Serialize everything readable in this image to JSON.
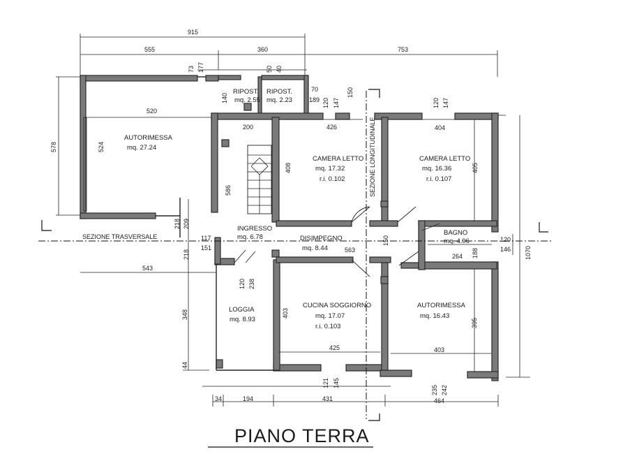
{
  "title": "PIANO TERRA",
  "rooms": {
    "autorimessa_1": {
      "name": "AUTORIMESSA",
      "area": "mq. 27.24"
    },
    "ripost_1": {
      "name": "RIPOST.",
      "area": "mq. 2.55"
    },
    "ripost_2": {
      "name": "RIPOST.",
      "area": "mq. 2.23"
    },
    "camera_1": {
      "name": "CAMERA LETTO",
      "area": "mq. 17.32",
      "ri": "r.i. 0.102"
    },
    "camera_2": {
      "name": "CAMERA LETTO",
      "area": "mq. 16.36",
      "ri": "r.i. 0.107"
    },
    "ingresso": {
      "name": "INGRESSO",
      "area": "mq. 6.78"
    },
    "disimpegno": {
      "name": "DISIMPEGNO",
      "area": "mq. 8.44"
    },
    "bagno": {
      "name": "BAGNO",
      "area": "mq. 4.96"
    },
    "loggia": {
      "name": "LOGGIA",
      "area": "mq. 8.93"
    },
    "cucina": {
      "name": "CUCINA SOGGIORNO",
      "area": "mq. 17.07",
      "ri": "r.i. 0.103"
    },
    "autorimessa_2": {
      "name": "AUTORIMESSA",
      "area": "mq. 16.43"
    }
  },
  "sections": {
    "transversal": "SEZIONE TRASVERSALE",
    "longitudinal": "SEZIONE LONGITUDINALE"
  },
  "dims": {
    "top_915": "915",
    "top_555": "555",
    "top_360": "360",
    "top_753": "753",
    "d_73": "73",
    "d_177": "177",
    "d_50": "50",
    "d_40": "40",
    "d_140": "140",
    "d_70": "70",
    "d_189": "189",
    "d_120a": "120",
    "d_147a": "147",
    "d_150a": "150",
    "d_120b": "120",
    "d_147b": "147",
    "d_520": "520",
    "d_524": "524",
    "d_578": "578",
    "d_200": "200",
    "d_426": "426",
    "d_404": "404",
    "d_408": "408",
    "d_405": "405",
    "d_586": "586",
    "d_218a": "218",
    "d_209": "209",
    "d_117": "117",
    "d_151": "151",
    "d_218b": "218",
    "d_563": "563",
    "d_150b": "150",
    "d_264": "264",
    "d_188": "188",
    "d_120c": "120",
    "d_146": "146",
    "d_1070": "1070",
    "d_543": "543",
    "d_120d": "120",
    "d_238": "238",
    "d_348": "348",
    "d_44": "44",
    "d_403a": "403",
    "d_425": "425",
    "d_403b": "403",
    "d_395": "395",
    "d_121": "121",
    "d_145": "145",
    "d_235": "235",
    "d_242": "242",
    "b_34": "34",
    "b_194": "194",
    "b_431": "431",
    "b_464": "464"
  }
}
